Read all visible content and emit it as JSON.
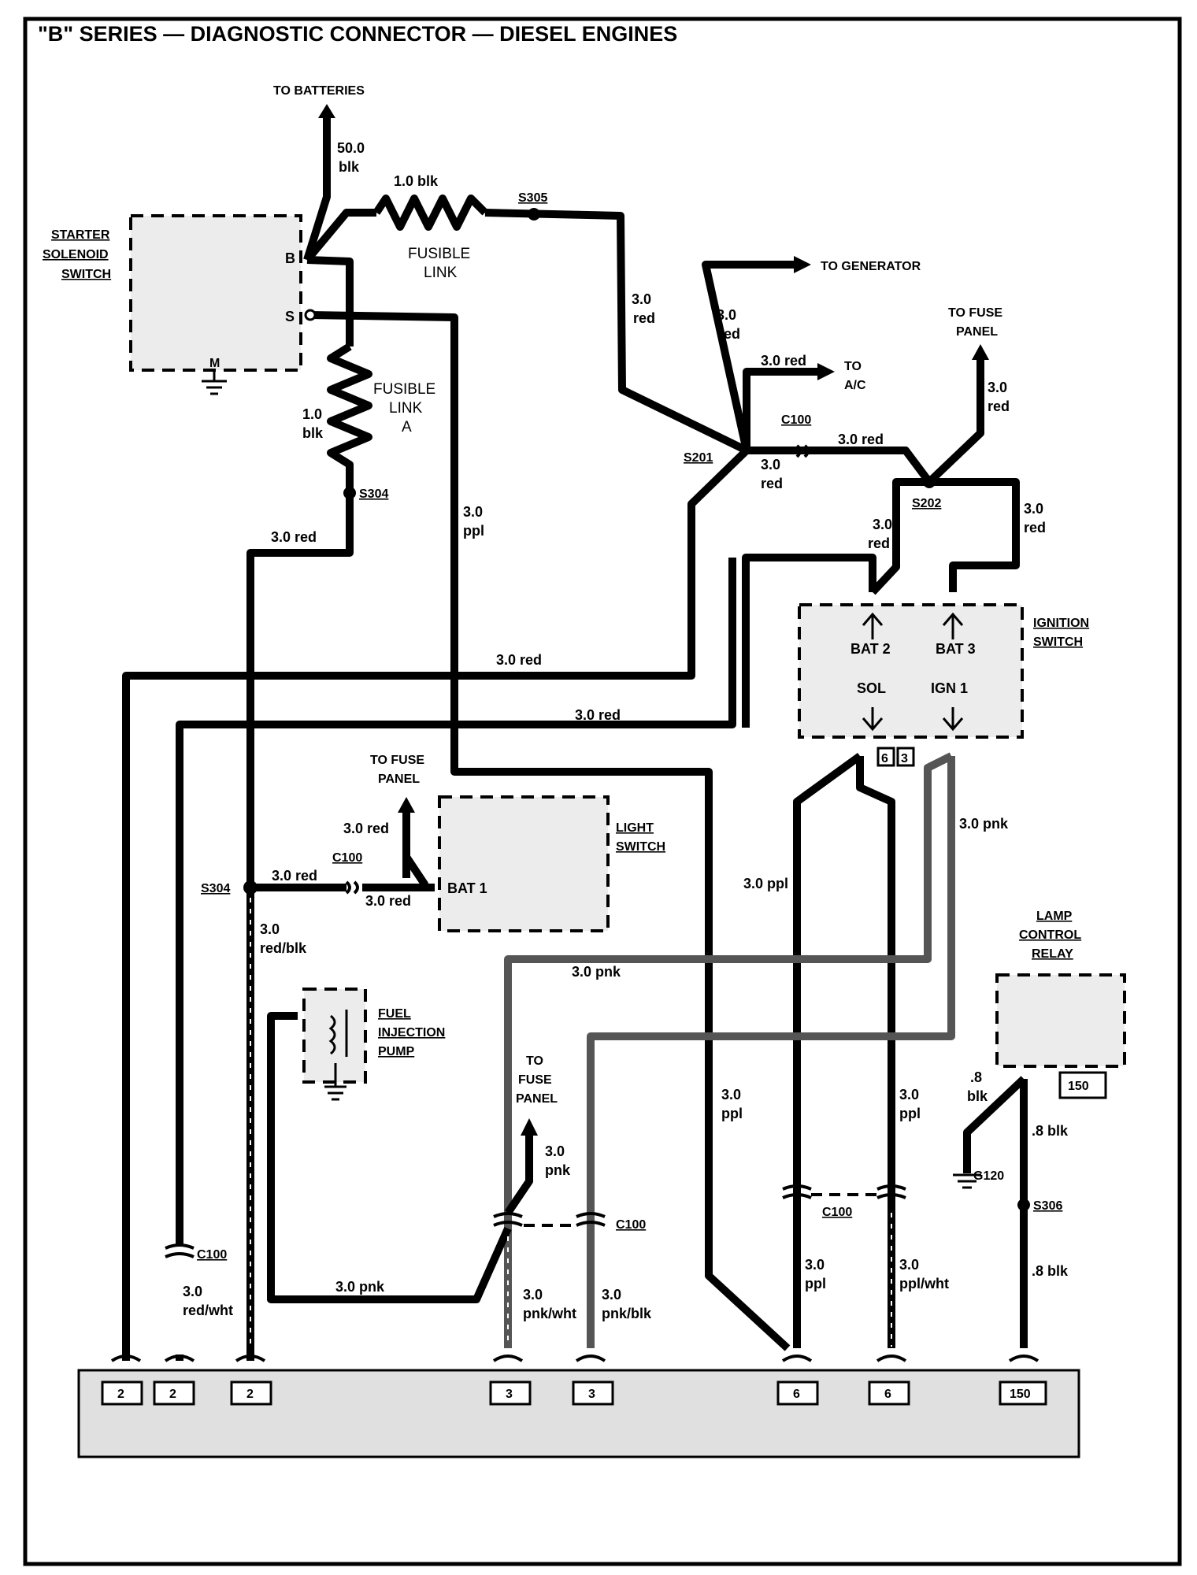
{
  "title": "\"B\" SERIES — DIAGNOSTIC CONNECTOR — DIESEL ENGINES",
  "components": {
    "starter_solenoid": {
      "label": [
        "STARTER",
        "SOLENOID",
        "SWITCH"
      ],
      "term_b": "B",
      "term_s": "S",
      "term_m": "M"
    },
    "fusible_link_1": {
      "label": [
        "FUSIBLE",
        "LINK"
      ],
      "wire": "1.0 blk"
    },
    "fusible_link_a": {
      "label": [
        "FUSIBLE",
        "LINK",
        "A"
      ],
      "wire": [
        "1.0",
        "blk"
      ]
    },
    "ignition_switch": {
      "label": [
        "IGNITION",
        "SWITCH"
      ],
      "bat2": "BAT 2",
      "bat3": "BAT 3",
      "sol": "SOL",
      "ign1": "IGN 1",
      "pin_a": "6",
      "pin_b": "3"
    },
    "light_switch": {
      "label": [
        "LIGHT",
        "SWITCH"
      ],
      "bat1": "BAT 1"
    },
    "fuel_pump": {
      "label": [
        "FUEL",
        "INJECTION",
        "PUMP"
      ]
    },
    "lamp_relay": {
      "label": [
        "LAMP",
        "CONTROL",
        "RELAY"
      ],
      "pin": "150"
    }
  },
  "destinations": {
    "batteries": "TO BATTERIES",
    "generator": "TO GENERATOR",
    "fuse_panel_top": [
      "TO FUSE",
      "PANEL"
    ],
    "ac": [
      "TO",
      "A/C"
    ],
    "fuse_panel_light": [
      "TO FUSE",
      "PANEL"
    ],
    "fuse_panel_bottom": [
      "TO",
      "FUSE",
      "PANEL"
    ]
  },
  "splices": {
    "s305": "S305",
    "s304_top": "S304",
    "s201": "S201",
    "s202": "S202",
    "s304_mid": "S304",
    "g120": "G120",
    "s306": "S306"
  },
  "connectors": {
    "c100": "C100"
  },
  "wires": {
    "w50blk": [
      "50.0",
      "blk"
    ],
    "w30red": [
      "3.0",
      "red"
    ],
    "w30red_line": "3.0 red",
    "w30ppl": [
      "3.0",
      "ppl"
    ],
    "w30ppl_line": "3.0 ppl",
    "w30pnk_line": "3.0 pnk",
    "w30pnk": [
      "3.0",
      "pnk"
    ],
    "w30redblk": [
      "3.0",
      "red/blk"
    ],
    "w30redwht": [
      "3.0",
      "red/wht"
    ],
    "w30pnkwht": [
      "3.0",
      "pnk/wht"
    ],
    "w30pnkblk": [
      "3.0",
      "pnk/blk"
    ],
    "w30pplwht": [
      "3.0",
      "ppl/wht"
    ],
    "w8blk": [
      ".8",
      "blk"
    ],
    "w8blk_line": ".8 blk"
  },
  "diag_connector": {
    "pins": [
      "2",
      "2",
      "2",
      "3",
      "3",
      "6",
      "6",
      "150"
    ]
  }
}
